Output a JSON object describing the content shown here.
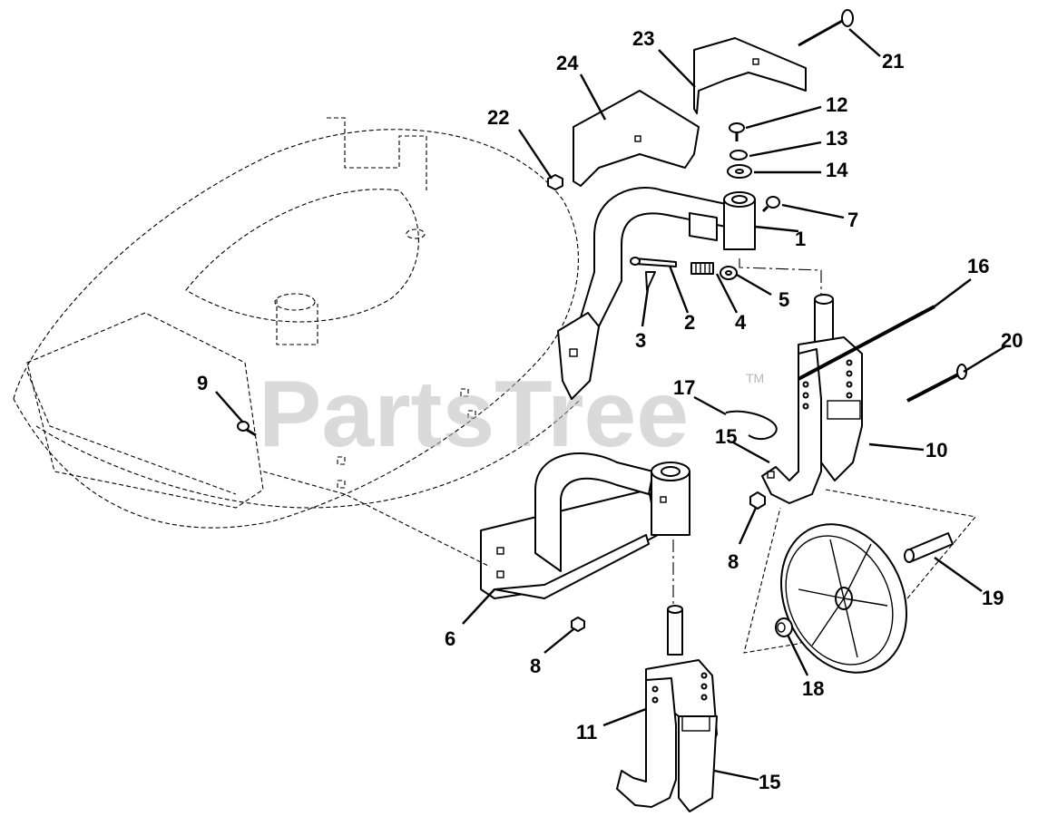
{
  "watermark": {
    "text": "PartsTree",
    "tm": "TM"
  },
  "callouts": [
    {
      "id": "1",
      "label": "1"
    },
    {
      "id": "2",
      "label": "2"
    },
    {
      "id": "3",
      "label": "3"
    },
    {
      "id": "4",
      "label": "4"
    },
    {
      "id": "5",
      "label": "5"
    },
    {
      "id": "6",
      "label": "6"
    },
    {
      "id": "7",
      "label": "7"
    },
    {
      "id": "8a",
      "label": "8"
    },
    {
      "id": "8b",
      "label": "8"
    },
    {
      "id": "9",
      "label": "9"
    },
    {
      "id": "10",
      "label": "10"
    },
    {
      "id": "11",
      "label": "11"
    },
    {
      "id": "12",
      "label": "12"
    },
    {
      "id": "13",
      "label": "13"
    },
    {
      "id": "14",
      "label": "14"
    },
    {
      "id": "15a",
      "label": "15"
    },
    {
      "id": "15b",
      "label": "15"
    },
    {
      "id": "16",
      "label": "16"
    },
    {
      "id": "17",
      "label": "17"
    },
    {
      "id": "18",
      "label": "18"
    },
    {
      "id": "19",
      "label": "19"
    },
    {
      "id": "20",
      "label": "20"
    },
    {
      "id": "21",
      "label": "21"
    },
    {
      "id": "22",
      "label": "22"
    },
    {
      "id": "23",
      "label": "23"
    },
    {
      "id": "24",
      "label": "24"
    }
  ]
}
